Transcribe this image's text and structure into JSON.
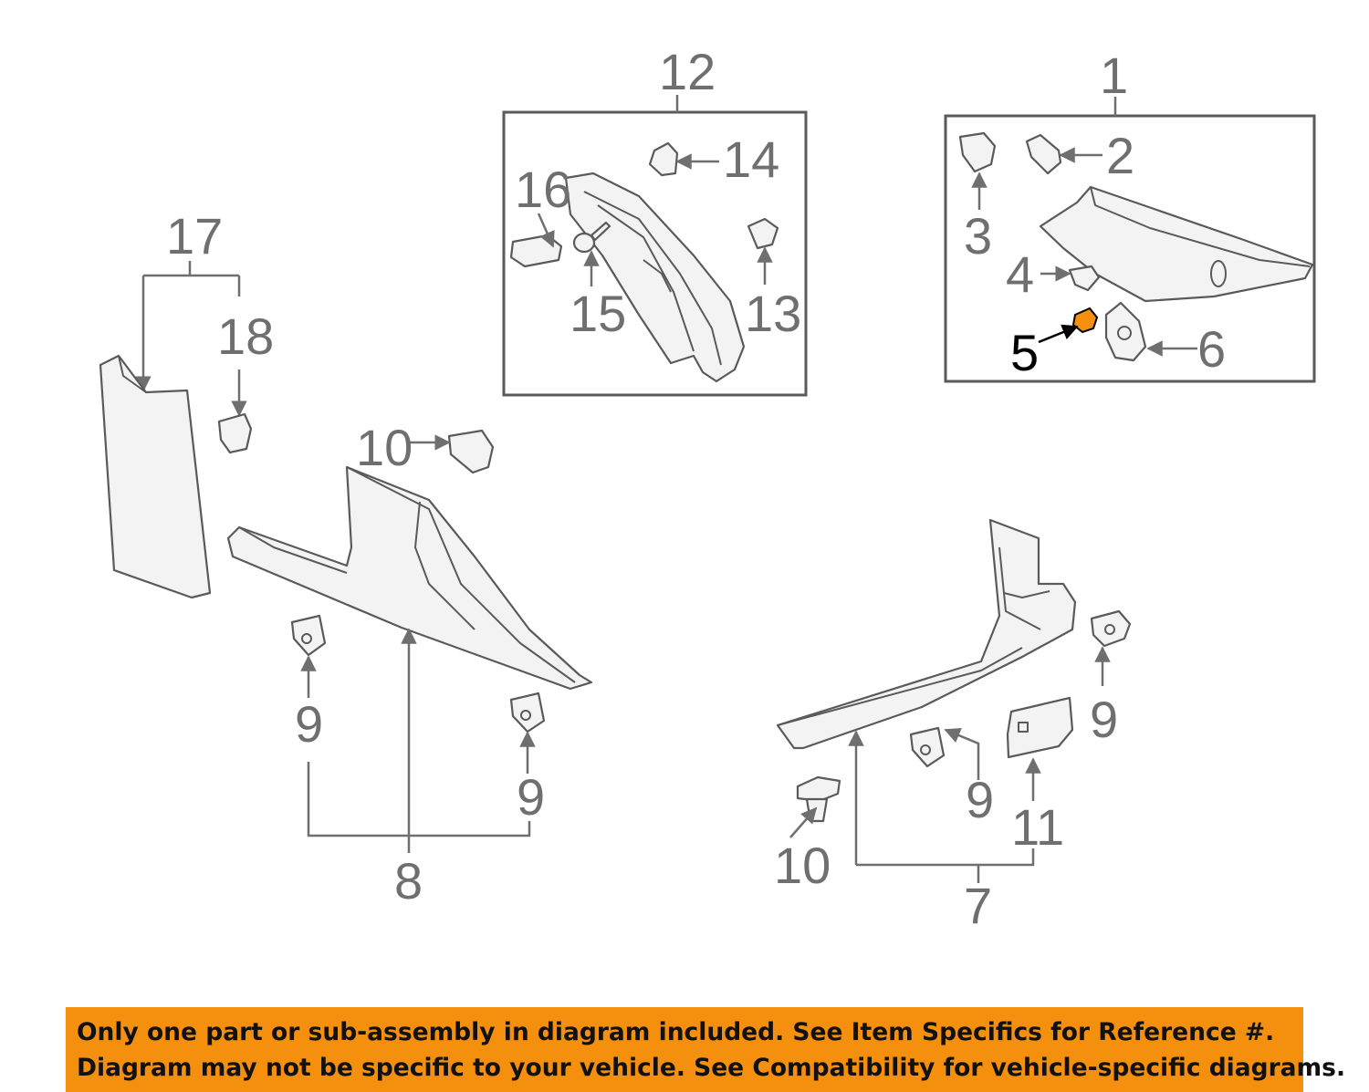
{
  "diagram": {
    "callouts": {
      "c1": "1",
      "c2": "2",
      "c3": "3",
      "c4": "4",
      "c5": "5",
      "c6": "6",
      "c7": "7",
      "c8": "8",
      "c9a": "9",
      "c9b": "9",
      "c9c": "9",
      "c9d": "9",
      "c10a": "10",
      "c10b": "10",
      "c11": "11",
      "c12": "12",
      "c13": "13",
      "c14": "14",
      "c15": "15",
      "c16": "16",
      "c17": "17",
      "c18": "18"
    },
    "highlighted_part": "5",
    "highlight_color": "#f5900f"
  },
  "banner": {
    "line1": "Only one part or sub-assembly in diagram included. See Item Specifics for Reference #.",
    "line2": "Diagram may not be specific to your vehicle. See Compatibility for vehicle-specific diagrams.",
    "background_color": "#f5900f"
  }
}
